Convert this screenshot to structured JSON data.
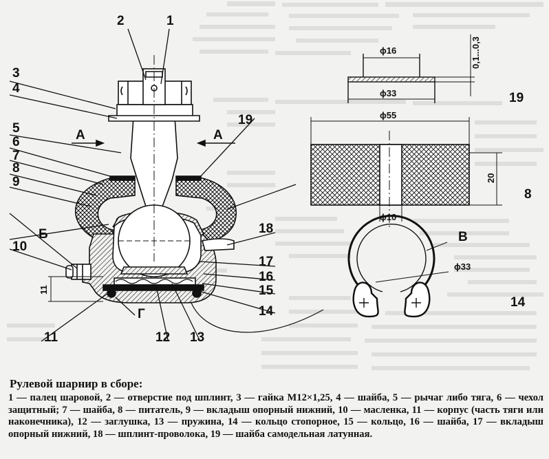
{
  "diagram": {
    "callouts": [
      {
        "id": "c1",
        "text": "1"
      },
      {
        "id": "c2",
        "text": "2"
      },
      {
        "id": "c3",
        "text": "3"
      },
      {
        "id": "c4",
        "text": "4"
      },
      {
        "id": "c5",
        "text": "5"
      },
      {
        "id": "c6",
        "text": "6"
      },
      {
        "id": "c7",
        "text": "7"
      },
      {
        "id": "c8",
        "text": "8"
      },
      {
        "id": "c9",
        "text": "9"
      },
      {
        "id": "c10",
        "text": "10"
      },
      {
        "id": "c11",
        "text": "11"
      },
      {
        "id": "c12",
        "text": "12"
      },
      {
        "id": "c13",
        "text": "13"
      },
      {
        "id": "c14",
        "text": "14"
      },
      {
        "id": "c15",
        "text": "15"
      },
      {
        "id": "c16",
        "text": "16"
      },
      {
        "id": "c17",
        "text": "17"
      },
      {
        "id": "c18",
        "text": "18"
      },
      {
        "id": "c19",
        "text": "19"
      }
    ],
    "section_marks": {
      "a_left": "A",
      "a_right": "A",
      "b": "Б",
      "g": "Г",
      "v": "B"
    },
    "dimensions": {
      "d16": "ϕ16",
      "d33_top": "ϕ33",
      "thickness": "0,1...0,3",
      "d55": "ϕ55",
      "h20": "20",
      "d10": "ϕ10",
      "d33_ring": "ϕ33",
      "h11": "11"
    },
    "part_numbers": {
      "washer": "19",
      "insert": "8",
      "ring": "14"
    }
  },
  "caption": {
    "title": "Рулевой шарнир в сборе:",
    "body": "1 — палец шаровой, 2 — отверстие под шплинт, 3 — гайка М12×1,25, 4 — шайба, 5 — рычаг либо тяга, 6 — чехол защитный; 7 — шайба, 8 — питатель, 9 — вкладыш опорный нижний, 10 — масленка, 11 — корпус (часть тяги или наконечника), 12 — заглушка, 13 — пружина, 14 — кольцо стопорное, 15 — кольцо, 16 — шайба, 17 — вкладыш опорный нижний, 18 — шплинт-проволока, 19 — шайба самодельная латунная."
  },
  "colors": {
    "ink": "#111111",
    "paper": "#f2f2f0",
    "ghost": "#c9c9c7"
  }
}
